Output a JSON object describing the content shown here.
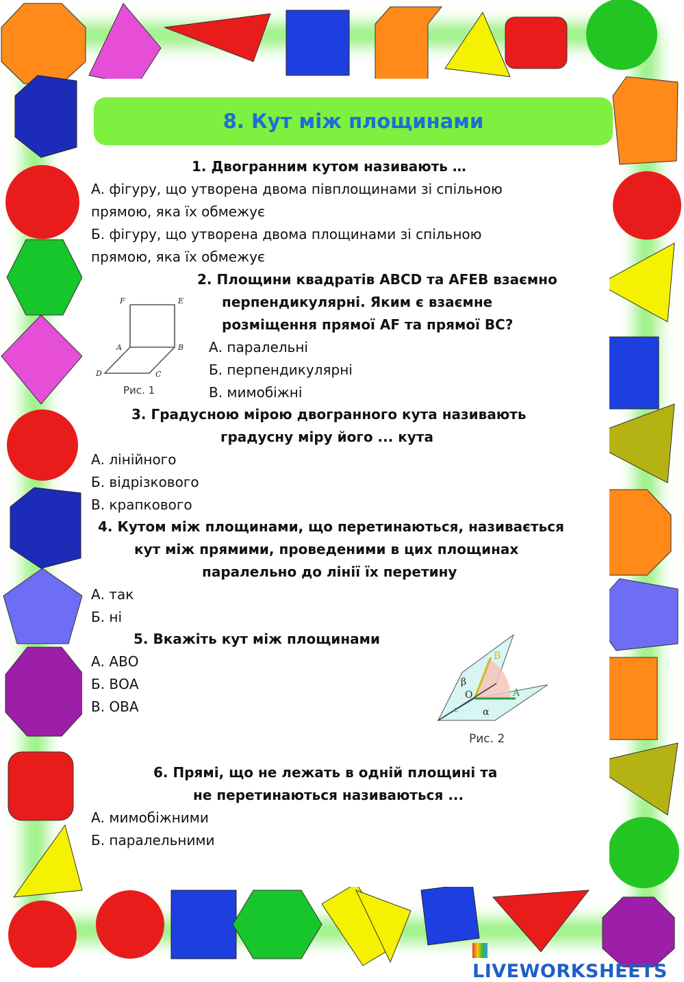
{
  "title": "8. Кут між площинами",
  "questions": [
    {
      "q": "1. Двогранним кутом називають …",
      "options": [
        "А. фігуру, що утворена двома півплощинами зі спільною",
        "прямою, яка їх обмежує",
        "Б. фігуру, що утворена двома площинами зі спільною",
        "прямою, яка їх обмежує"
      ]
    },
    {
      "q": [
        "2. Площини квадратів ABCD та AFEB взаємно",
        "перпендикулярні. Яким є взаємне",
        "розміщення прямої AF та прямої BC?"
      ],
      "options": [
        "А. паралельні",
        "Б. перпендикулярні",
        "В. мимобіжні"
      ],
      "figure": {
        "caption": "Рис. 1",
        "labels": [
          "F",
          "E",
          "A",
          "B",
          "D",
          "C"
        ]
      }
    },
    {
      "q": [
        "3. Градусною мірою двогранного кута називають",
        "градусну міру його ... кута"
      ],
      "options": [
        "А. лінійного",
        "Б. відрізкового",
        "В. крапкового"
      ]
    },
    {
      "q": [
        "4. Кутом між площинами, що перетинаються, називається",
        "кут між прямими, проведеними в цих площинах",
        "паралельно до лінії їх перетину"
      ],
      "options": [
        "А. так",
        "Б. ні"
      ]
    },
    {
      "q": "5. Вкажіть кут між площинами",
      "options": [
        "А. АВО",
        "Б. ВОА",
        "В. ОВА"
      ],
      "figure": {
        "caption": "Рис. 2",
        "labels": [
          "B",
          "β",
          "O",
          "A",
          "c",
          "α"
        ]
      }
    },
    {
      "q": [
        "6. Прямі, що не лежать в одній площині та",
        "не перетинаються називаються ..."
      ],
      "options": [
        "А. мимобіжними",
        "Б. паралельними"
      ]
    }
  ],
  "logo": "LIVEWORKSHEETS",
  "colors": {
    "title_bg": "#7ff03f",
    "title_text": "#1b6fd6",
    "border_glow": "#5ee83a"
  }
}
